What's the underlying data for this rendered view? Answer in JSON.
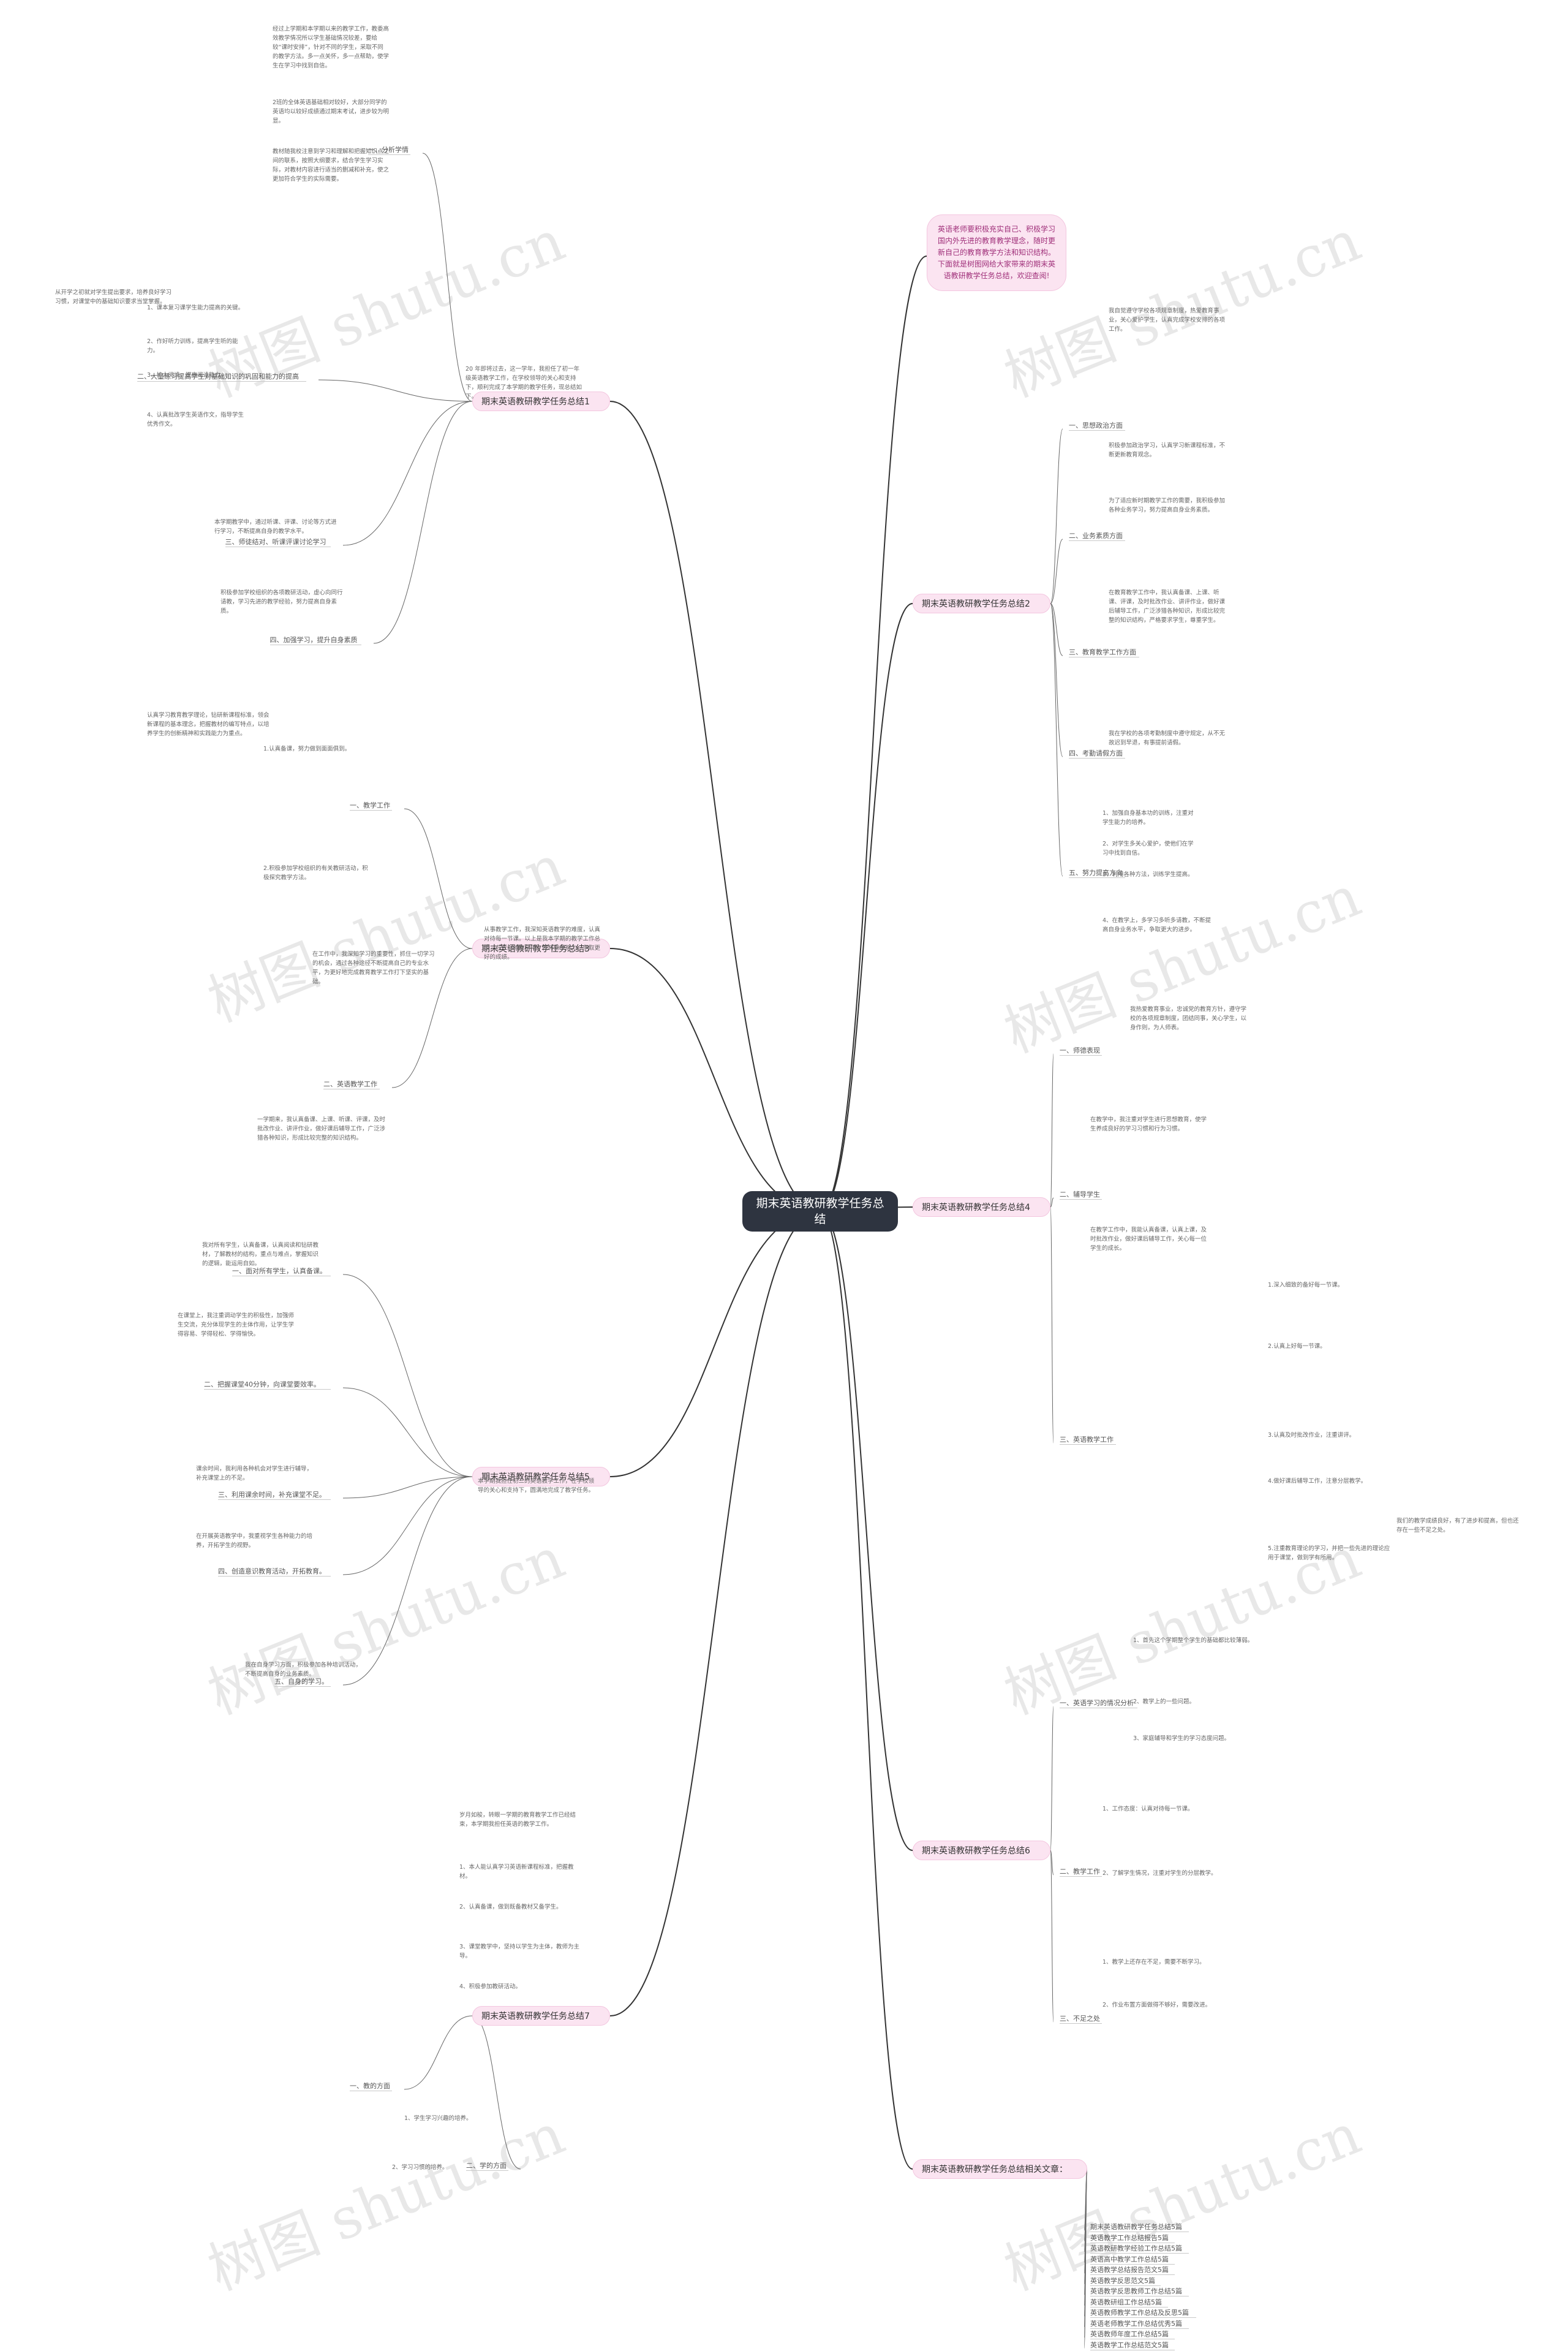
{
  "center_title": "期末英语教研教学任务总结",
  "intro": "英语老师要积极充实自己、积极学习国内外先进的教育教学理念，随时更新自己的教育教学方法和知识结构。下面就是树图网给大家带来的期末英语教研教学任务总结，欢迎查阅!",
  "watermark": "树图 shutu.cn",
  "branches": [
    {
      "label": "期末英语教研教学任务总结1",
      "subs": [
        "一、分析学情",
        "二、大量练习提高学生对基础知识的巩固和能力的提高",
        "三、师徒结对、听课评课讨论学习",
        "四、加强学习，提升自身素质"
      ]
    },
    {
      "label": "期末英语教研教学任务总结2",
      "subs": [
        "一、思想政治方面",
        "二、业务素质方面",
        "三、教育教学工作方面",
        "四、考勤请假方面",
        "五、努力提高方向"
      ]
    },
    {
      "label": "期末英语教研教学任务总结3",
      "subs": [
        "一、教学工作",
        "二、英语教学工作"
      ]
    },
    {
      "label": "期末英语教研教学任务总结4",
      "subs": [
        "一、师德表现",
        "二、辅导学生",
        "三、英语教学工作"
      ]
    },
    {
      "label": "期末英语教研教学任务总结5",
      "subs": [
        "一、面对所有学生，认真备课。",
        "二、把握课堂40分钟，向课堂要效率。",
        "三、利用课余时间，补充课堂不足。",
        "四、创造意识教育活动，开拓教育。",
        "五、自身的学习。"
      ]
    },
    {
      "label": "期末英语教研教学任务总结6",
      "subs": [
        "一、英语学习的情况分析",
        "二、教学工作",
        "三、不足之处"
      ]
    },
    {
      "label": "期末英语教研教学任务总结7",
      "subs": [
        "一、教的方面",
        "二、学的方面"
      ]
    },
    {
      "label": "期末英语教研教学任务总结相关文章：",
      "subs": [
        "期末英语教研教学任务总结5篇",
        "英语教学工作总结报告5篇",
        "英语教研教学经验工作总结5篇",
        "英语高中教学工作总结5篇",
        "英语教学总结报告范文5篇",
        "英语教学反思范文5篇",
        "英语教学反思教师工作总结5篇",
        "英语教研组工作总结5篇",
        "英语教师教学工作总结及反思5篇",
        "英语老师教学工作总结优秀5篇",
        "英语教师年度工作总结5篇",
        "英语教学工作总结范文5篇"
      ]
    }
  ],
  "leaves": {
    "b1": [
      "经过上学期和本学期以来的教学工作，教委高效教学情况所以学生基础情况较差，要给较“课时安排”，针对不同的学生，采取不同的教学方法。多一点关怀，多一点帮助，使学生在学习中找到自信。",
      "2班的全体英语基础相对较好，大部分同学的英语均以较好成绩通过期末考试，进步较为明显。",
      "教材随我校注意到学习和理解和把握知识点之间的联系，按照大纲要求，结合学生学习实际，对教材内容进行适当的删减和补充，使之更加符合学生的实际需要。",
      "从开学之初就对学生提出要求，培养良好学习习惯，对课堂中的基础知识要求当堂掌握。",
      "1、课本复习课学生能力提高的关键。",
      "2、作好听力训练，提高学生听的能力。",
      "3、扩大阅读，提高阅读能力。",
      "4、认真批改学生英语作文，指导学生优秀作文。",
      "本学期教学中，通过听课、评课、讨论等方式进行学习，不断提高自身的教学水平。",
      "积极参加学校组织的各项教研活动，虚心向同行请教，学习先进的教学经验，努力提高自身素质。",
      "20 年即将过去，这一学年，我担任了初一年级英语教学工作，在学校领导的关心和支持下，顺利完成了本学期的教学任务，现总结如下。"
    ],
    "b2": [
      "我自觉遵守学校各项规章制度，热爱教育事业，关心爱护学生，认真完成学校安排的各项工作。",
      "积极参加政治学习，认真学习新课程标准，不断更新教育观念。",
      "为了适应新时期教学工作的需要，我积极参加各种业务学习，努力提高自身业务素质。",
      "在教育教学工作中，我认真备课、上课、听课、评课，及时批改作业、讲评作业，做好课后辅导工作，广泛涉猎各种知识，形成比较完整的知识结构，严格要求学生，尊重学生。",
      "我在学校的各项考勤制度中遵守规定，从不无故迟到早退，有事提前请假。",
      "1、加强自身基本功的训练，注重对学生能力的培养。",
      "2、对学生多关心爱护，使他们在学习中找到自信。",
      "3、利用各种方法，训练学生提高。",
      "4、在教学上，多学习多听多请教，不断提高自身业务水平，争取更大的进步。"
    ],
    "b3": [
      "认真学习教育教学理论，钻研新课程标准，领会新课程的基本理念，把握教材的编写特点，以培养学生的创新精神和实践能力为重点。",
      "1.认真备课，努力做到面面俱到。",
      "2.积极参加学校组织的有关教研活动，积极探究教学方法。",
      "在工作中，我深知学习的重要性，抓住一切学习的机会，通过各种途径不断提高自己的专业水平，为更好地完成教育教学工作打下坚实的基础。",
      "一学期来，我认真备课、上课、听课、评课，及时批改作业、讲评作业，做好课后辅导工作，广泛涉猎各种知识，形成比较完整的知识结构。",
      "从事教学工作，我深知英语教学的难度，认真对待每一节课。以上是我本学期的教学工作总结，在今后的教学中，我将继续努力，争取更好的成绩。"
    ],
    "b4": [
      "我热爱教育事业，忠诚党的教育方针，遵守学校的各项规章制度，团结同事，关心学生，以身作则，为人师表。",
      "在教学中，我注重对学生进行思想教育，使学生养成良好的学习习惯和行为习惯。",
      "在教学工作中，我能认真备课，认真上课，及时批改作业，做好课后辅导工作，关心每一位学生的成长。",
      "1.深入细致的备好每一节课。",
      "2.认真上好每一节课。",
      "3.认真及时批改作业，注重讲评。",
      "4.做好课后辅导工作，注意分层教学。",
      "5.注重教育理论的学习，并把一些先进的理论应用于课堂，做到学有所用。",
      "我们的教学成绩良好，有了进步和提高，但也还存在一些不足之处。"
    ],
    "b5": [
      "我对所有学生，认真备课，认真阅读和钻研教材，了解教材的结构，重点与难点，掌握知识的逻辑，能运用自如。",
      "在课堂上，我注重调动学生的积极性，加强师生交流，充分体现学生的主体作用，让学生学得容易、学得轻松、学得愉快。",
      "课余时间，我利用各种机会对学生进行辅导，补充课堂上的不足。",
      "在开展英语教学中，我重视学生各种能力的培养，开拓学生的视野。",
      "我在自身学习方面，积极参加各种培训活动，不断提高自身的业务素质。",
      "本学期我担任初三的英语教学工作，在学校领导的关心和支持下，圆满地完成了教学任务。"
    ],
    "b6": [
      "1、首先这个学期整个学生的基础都比较薄弱。",
      "2、教学上的一些问题。",
      "3、家庭辅导和学生的学习态度问题。",
      "1、工作态度：认真对待每一节课。",
      "2、了解学生情况，注重对学生的分层教学。",
      "1、教学上还存在不足，需要不断学习。",
      "2、作业布置方面做得不够好，需要改进。"
    ],
    "b7": [
      "岁月如梭，转眼一学期的教育教学工作已经结束，本学期我担任英语的教学工作。",
      "1、本人能认真学习英语新课程标准，把握教材。",
      "2、认真备课，做到既备教材又备学生。",
      "3、课堂教学中，坚持以学生为主体，教师为主导。",
      "4、积极参加教研活动。",
      "1、学生学习兴趣的培养。",
      "2、学习习惯的培养。"
    ]
  }
}
